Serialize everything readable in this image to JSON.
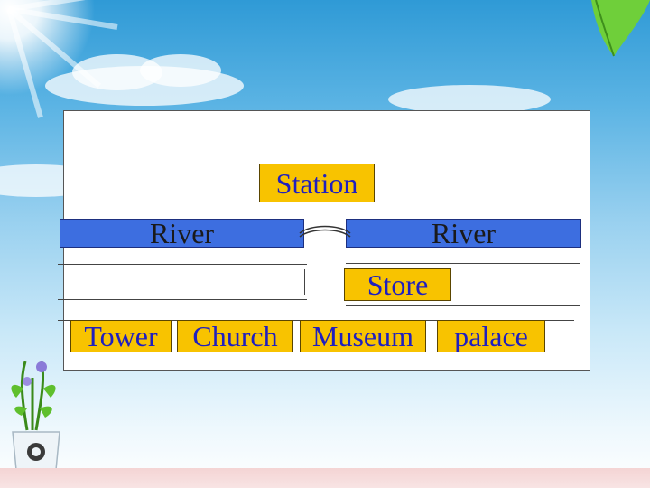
{
  "labels": {
    "station": "Station",
    "river_left": "River",
    "river_right": "River",
    "store": "Store",
    "tower": "Tower",
    "church": "Church",
    "museum": "Museum",
    "palace": "palace"
  },
  "colors": {
    "label_fill": "#f8c300",
    "label_text": "#1f1fbf",
    "river_fill": "#3d6ee0",
    "panel_fill": "#ffffff"
  },
  "decorations": [
    "sun-icon",
    "leaf-icon",
    "flower-pot-icon",
    "cloud-icon"
  ]
}
